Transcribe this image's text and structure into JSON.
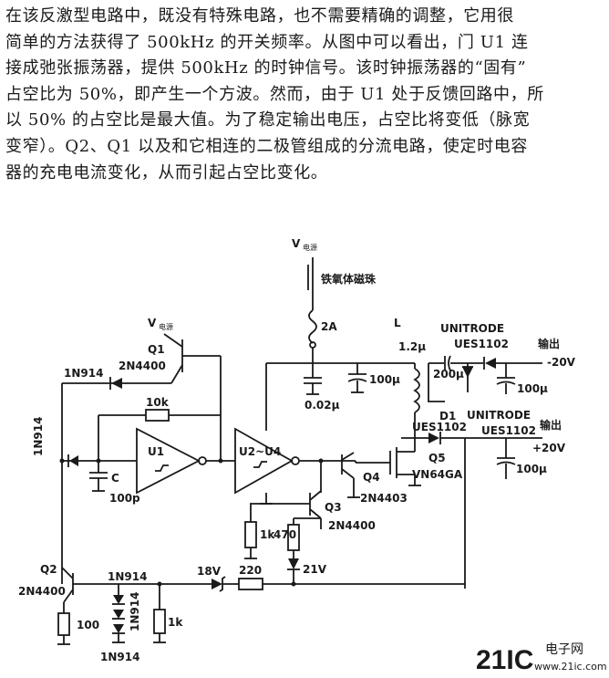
{
  "paragraph": [
    "在该反激型电路中，既没有特殊电路，也不需要精确的调整，它用很",
    "简单的方法获得了 500kHz 的开关频率。从图中可以看出，门 U1 连",
    "接成弛张振荡器，提供 500kHz 的时钟信号。该时钟振荡器的“固有”",
    "占空比为 50%，即产生一个方波。然而，由于 U1 处于反馈回路中，所",
    "以 50% 的占空比是最大值。为了稳定输出电压，占空比将变低（脉宽",
    "变窄）。Q2、Q1 以及和它相连的二极管组成的分流电路，使定时电容",
    "器的充电电流变化，从而引起占空比变化。"
  ],
  "circuit": {
    "vsupply_top": "V",
    "vsupply_top_sub": "电源",
    "ferrite_bead": "铁氧体磁珠",
    "fuse": "2A",
    "vsupply_left": "V",
    "vsupply_left_sub": "电源",
    "q1_ref": "Q1",
    "q1_part": "2N4400",
    "d_1n914_top": "1N914",
    "r_10k": "10k",
    "d_1n914_left": "1N914",
    "u1": "U1",
    "u2": "U2~U4",
    "cap_c": "C",
    "cap_c_val": "100p",
    "cap_002": "0.02μ",
    "cap_100_in": "100μ",
    "inductor_l": "L",
    "inductor_val": "1.2μ",
    "unitrode_1": "UNITRODE",
    "ues_1": "UES1102",
    "cap_200": "200μ",
    "out1_label": "输出",
    "out1_value": "-20V",
    "cap_100_out1": "100μ",
    "d1_ref": "D1",
    "ues_d1": "UES1102",
    "unitrode_2": "UNITRODE",
    "ues_2": "UES1102",
    "out2_label": "输出",
    "out2_value": "+20V",
    "cap_100_out2": "100μ",
    "q5_ref": "Q5",
    "q5_part": "VN64GA",
    "q4_ref": "Q4",
    "q4_part": "2N4403",
    "q3_ref": "Q3",
    "q3_part": "2N4400",
    "r_1k_mid": "1k",
    "r_470": "470",
    "z_21v": "21V",
    "z_18v": "18V",
    "r_220": "220",
    "q2_ref": "Q2",
    "q2_part": "2N4400",
    "r_100": "100",
    "d_1n914_bottom1": "1N914",
    "d_1n914_bottom2": "1N914",
    "d_1n914_bottom3": "1N914",
    "r_1k_bottom": "1k"
  },
  "watermark": {
    "brand": "21IC",
    "site_cn": "电子网",
    "url": "www.21ic.com",
    "brand_color": "#e8a0b4"
  }
}
